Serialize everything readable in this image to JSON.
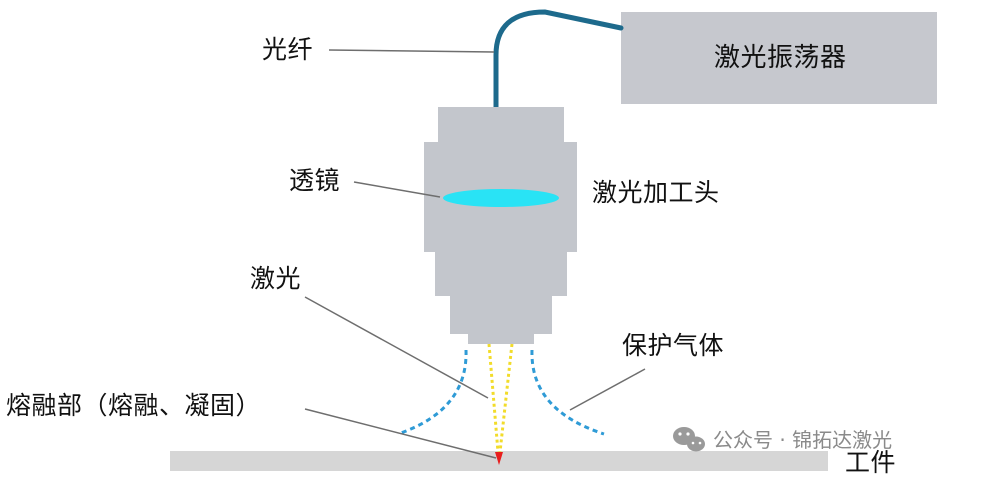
{
  "labels": {
    "fiber": "光纤",
    "oscillator": "激光振荡器",
    "lens": "透镜",
    "head": "激光加工头",
    "laser": "激光",
    "shield_gas": "保护气体",
    "melt": "熔融部（熔融、凝固）",
    "workpiece": "工件"
  },
  "watermark": {
    "text": "公众号 · 锦拓达激光",
    "icon": "wechat-icon"
  },
  "colors": {
    "head_gray": "#c3c6cc",
    "box_gray": "#c6c8ce",
    "lens_cyan": "#29e3f5",
    "fiber_blue": "#1d6a8c",
    "beam_yellow": "#f2dc2a",
    "gas_blue": "#2f9bd6",
    "workpiece_gray": "#d6d6d6",
    "hotspot_red": "#e81e1e",
    "leader_gray": "#6e6e6e"
  }
}
